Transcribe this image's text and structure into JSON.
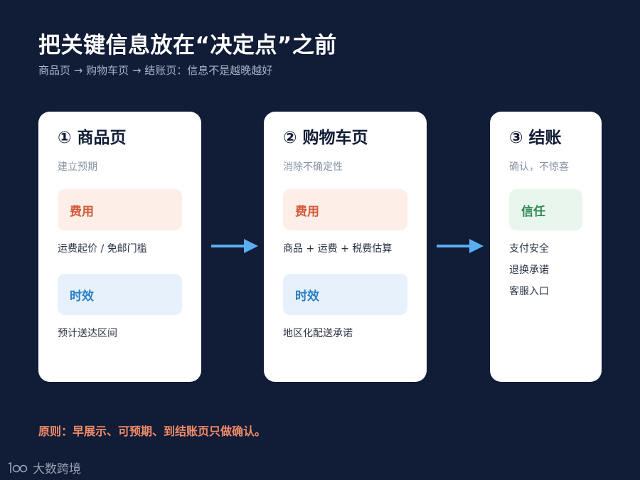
{
  "title": "把关键信息放在“决定点”之前",
  "subtitle": "商品页 → 购物车页 → 结账页：信息不是越晚越好",
  "cards": [
    {
      "title": "① 商品页",
      "subtitle": "建立预期",
      "pills": [
        {
          "label": "费用",
          "note": "运费起价 / 免邮门槛"
        },
        {
          "label": "时效",
          "note": "预计送达区间"
        }
      ]
    },
    {
      "title": "② 购物车页",
      "subtitle": "消除不确定性",
      "pills": [
        {
          "label": "费用",
          "note": "商品 + 运费 + 税费估算"
        },
        {
          "label": "时效",
          "note": "地区化配送承诺"
        }
      ]
    },
    {
      "title": "③ 结账",
      "subtitle": "确认，不惊喜",
      "pills": [
        {
          "label": "信任"
        }
      ],
      "notes": [
        "支付安全",
        "退换承诺",
        "客服入口"
      ]
    }
  ],
  "principle": "原则：早展示、可预期、到结账页只做确认。",
  "logo": {
    "text": "大数跨境"
  },
  "colors": {
    "background": "#111c36",
    "arrow": "#5aaef0",
    "cost": "#d35a3c",
    "time": "#2c7fc4",
    "trust": "#2f8a52",
    "principle": "#f08a6a"
  },
  "icons": [
    "right-arrow-icon",
    "logo-icon"
  ]
}
